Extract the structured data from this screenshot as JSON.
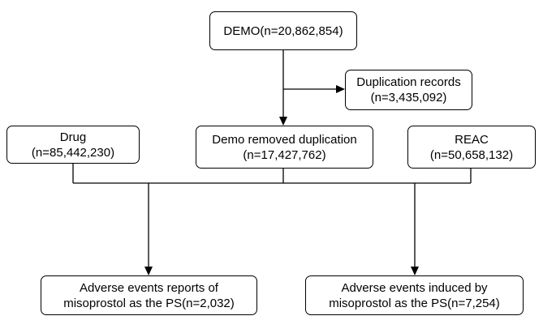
{
  "nodes": {
    "demo": {
      "line1": "DEMO(n=20,862,854)"
    },
    "duplication": {
      "line1": "Duplication records",
      "line2": "(n=3,435,092)"
    },
    "drug": {
      "line1": "Drug",
      "line2": "(n=85,442,230)"
    },
    "demo_removed": {
      "line1": "Demo removed duplication",
      "line2": "(n=17,427,762)"
    },
    "reac": {
      "line1": "REAC",
      "line2": "(n=50,658,132)"
    },
    "reports_ps": {
      "line1": "Adverse events reports of",
      "line2": "misoprostol as the PS(n=2,032)"
    },
    "induced_ps": {
      "line1": "Adverse events induced by",
      "line2": "misoprostol as the PS(n=7,254)"
    }
  },
  "colors": {
    "line": "#000000",
    "box_border": "#000000",
    "background": "#ffffff"
  }
}
